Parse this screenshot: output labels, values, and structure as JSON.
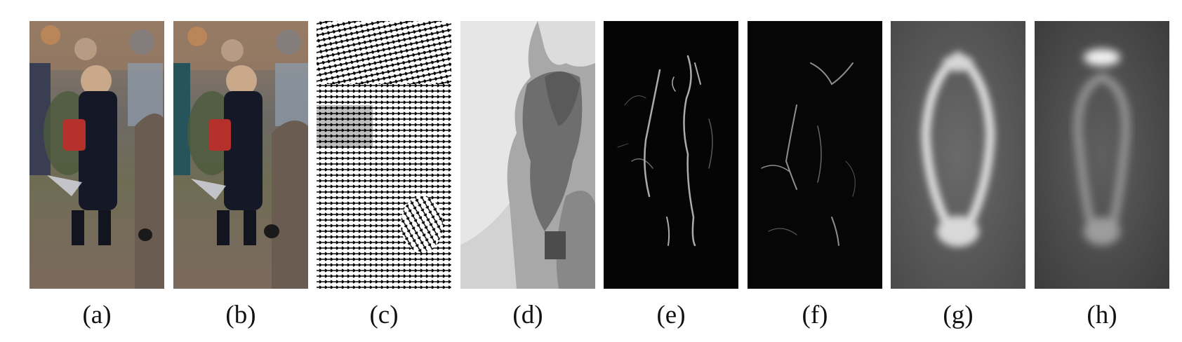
{
  "figure": {
    "panels": [
      {
        "label": "(a)",
        "content": "rgb-frame"
      },
      {
        "label": "(b)",
        "content": "rgb-frame"
      },
      {
        "label": "(c)",
        "content": "optical-flow-arrows"
      },
      {
        "label": "(d)",
        "content": "depth-map"
      },
      {
        "label": "(e)",
        "content": "edge-map"
      },
      {
        "label": "(f)",
        "content": "edge-map"
      },
      {
        "label": "(g)",
        "content": "average-map"
      },
      {
        "label": "(h)",
        "content": "average-map"
      }
    ],
    "colors": {
      "background": "#ffffff",
      "caption": "#111111"
    }
  }
}
